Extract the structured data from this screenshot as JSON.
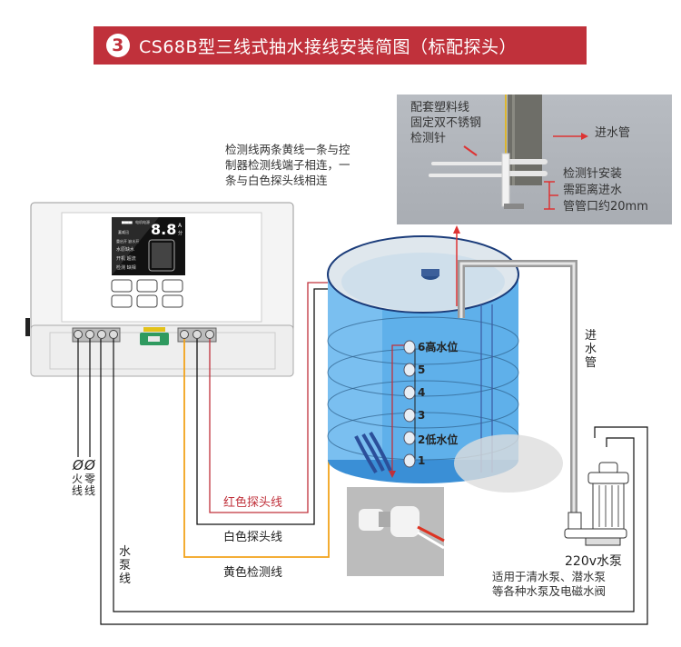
{
  "title": {
    "number": "3",
    "text": "CS68B型三线式抽水接线安装简图（标配探头）",
    "background_color": "#c0313b"
  },
  "top_photo": {
    "left_note_lines": [
      "配套塑料线",
      "固定双不锈钢",
      "检测针"
    ],
    "inlet_label": "进水管",
    "install_note_lines": [
      "检测针安装",
      "需距离进水",
      "管管口约20mm"
    ]
  },
  "detection_note_lines": [
    "检测线两条黄线一条与控",
    "制器检测线端子相连，一",
    "条与白色探头线相连"
  ],
  "controller": {
    "display_value": "8.8",
    "display_unit_top": "A",
    "display_unit_bottom": "分",
    "display_labels": [
      "电机电源",
      "重启开 缺水开",
      "水原缺水",
      "开机 超流",
      "检测 缺相",
      "蓄威迅"
    ],
    "button_count": 6,
    "left_terminal_count": 4,
    "right_terminal_count": 3
  },
  "wires": {
    "live_label": "火线",
    "neutral_label": "零线",
    "live_symbol": "Ø",
    "neutral_symbol": "Ø",
    "pump_wire_label": "水泵线",
    "red_probe_label": "红色探头线",
    "white_probe_label": "白色探头线",
    "yellow_detect_label": "黄色检测线",
    "colors": {
      "red": "#c0313b",
      "yellow": "#f2a31b",
      "black": "#111111"
    }
  },
  "tank": {
    "levels": [
      {
        "id": "6",
        "label": "6高水位"
      },
      {
        "id": "5",
        "label": "5"
      },
      {
        "id": "4",
        "label": "4"
      },
      {
        "id": "3",
        "label": "3"
      },
      {
        "id": "2",
        "label": "2低水位"
      },
      {
        "id": "1",
        "label": "1"
      }
    ]
  },
  "inlet_pipe_label": "进水管",
  "pump": {
    "label": "220v水泵",
    "note_lines": [
      "适用于清水泵、潜水泵",
      "等各种水泵及电磁水阀"
    ]
  }
}
